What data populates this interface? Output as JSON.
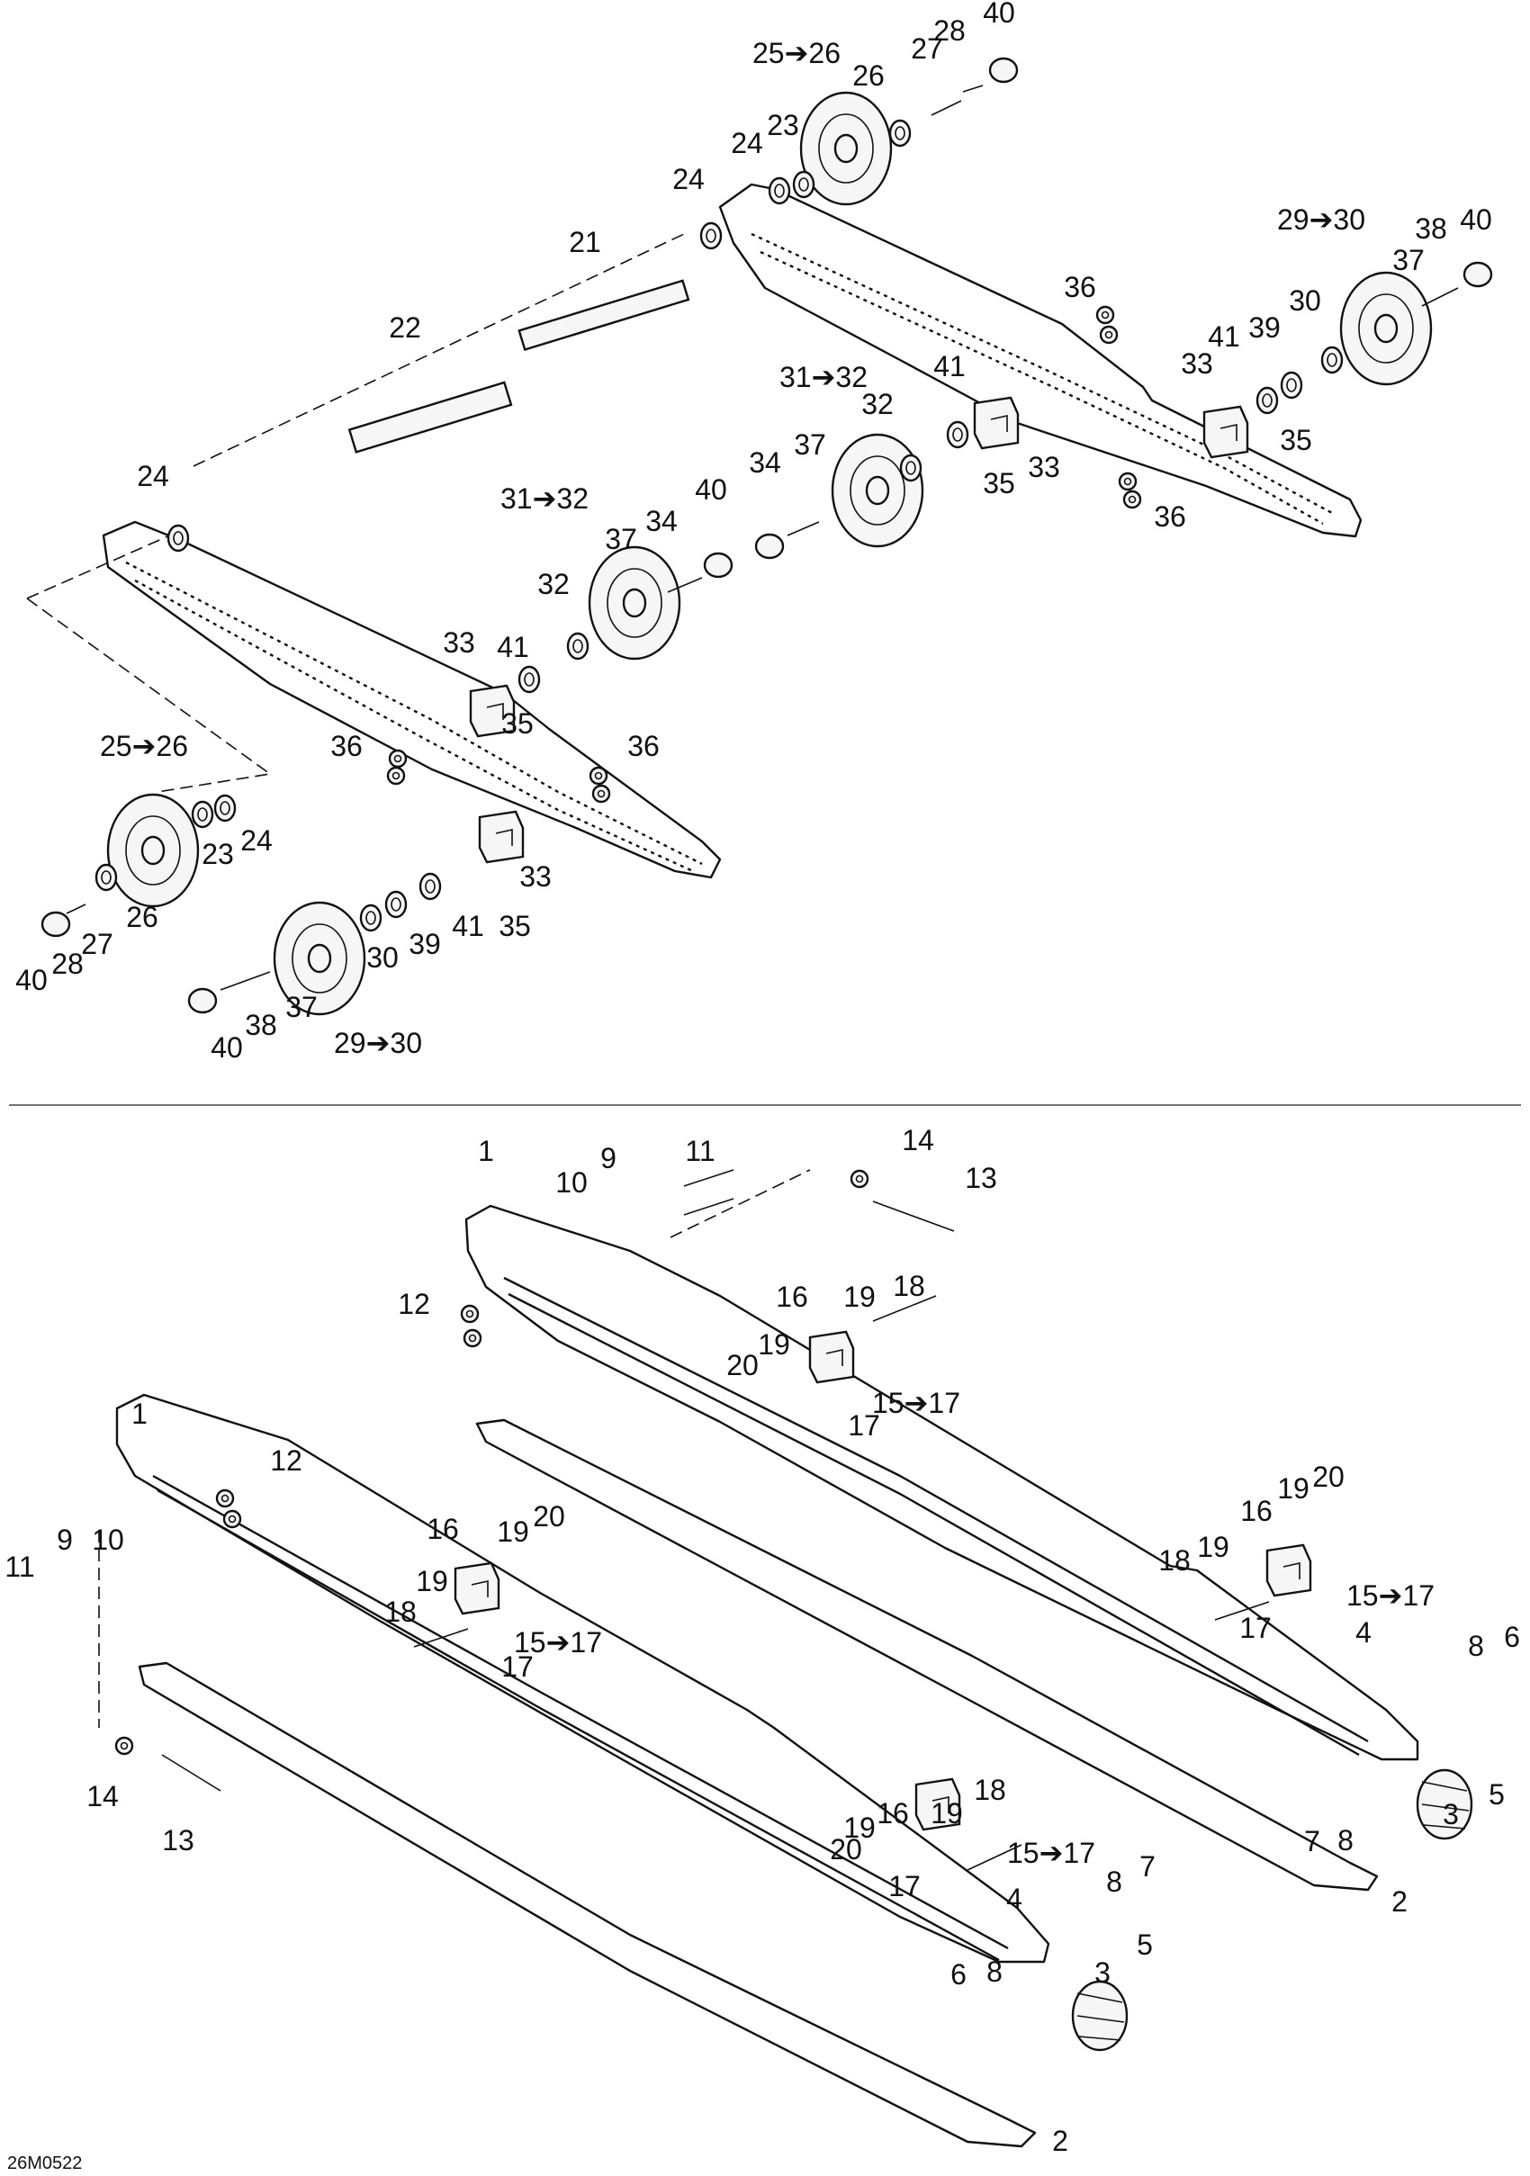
{
  "drawing_code": "26M0522",
  "upper_labels": [
    {
      "text": "25➔26"
    },
    {
      "text": "40"
    },
    {
      "text": "28"
    },
    {
      "text": "27"
    },
    {
      "text": "26"
    },
    {
      "text": "23"
    },
    {
      "text": "24"
    },
    {
      "text": "24"
    },
    {
      "text": "21"
    },
    {
      "text": "22"
    },
    {
      "text": "29➔30"
    },
    {
      "text": "38"
    },
    {
      "text": "40"
    },
    {
      "text": "37"
    },
    {
      "text": "30"
    },
    {
      "text": "36"
    },
    {
      "text": "41"
    },
    {
      "text": "39"
    },
    {
      "text": "33"
    },
    {
      "text": "35"
    },
    {
      "text": "31➔32"
    },
    {
      "text": "41"
    },
    {
      "text": "32"
    },
    {
      "text": "33"
    },
    {
      "text": "35"
    },
    {
      "text": "36"
    },
    {
      "text": "24"
    },
    {
      "text": "31➔32"
    },
    {
      "text": "40"
    },
    {
      "text": "34"
    },
    {
      "text": "37"
    },
    {
      "text": "37"
    },
    {
      "text": "34"
    },
    {
      "text": "32"
    },
    {
      "text": "41"
    },
    {
      "text": "33"
    },
    {
      "text": "35"
    },
    {
      "text": "36"
    },
    {
      "text": "36"
    },
    {
      "text": "25➔26"
    },
    {
      "text": "23"
    },
    {
      "text": "24"
    },
    {
      "text": "26"
    },
    {
      "text": "27"
    },
    {
      "text": "28"
    },
    {
      "text": "40"
    },
    {
      "text": "33"
    },
    {
      "text": "35"
    },
    {
      "text": "41"
    },
    {
      "text": "39"
    },
    {
      "text": "30"
    },
    {
      "text": "37"
    },
    {
      "text": "38"
    },
    {
      "text": "40"
    },
    {
      "text": "29➔30"
    }
  ],
  "lower_labels": [
    {
      "text": "11"
    },
    {
      "text": "14"
    },
    {
      "text": "13"
    },
    {
      "text": "1"
    },
    {
      "text": "9"
    },
    {
      "text": "10"
    },
    {
      "text": "12"
    },
    {
      "text": "18"
    },
    {
      "text": "16"
    },
    {
      "text": "19"
    },
    {
      "text": "19"
    },
    {
      "text": "20"
    },
    {
      "text": "15➔17"
    },
    {
      "text": "17"
    },
    {
      "text": "1"
    },
    {
      "text": "12"
    },
    {
      "text": "9"
    },
    {
      "text": "10"
    },
    {
      "text": "11"
    },
    {
      "text": "16"
    },
    {
      "text": "19"
    },
    {
      "text": "20"
    },
    {
      "text": "19"
    },
    {
      "text": "18"
    },
    {
      "text": "15➔17"
    },
    {
      "text": "17"
    },
    {
      "text": "14"
    },
    {
      "text": "13"
    },
    {
      "text": "16"
    },
    {
      "text": "19"
    },
    {
      "text": "20"
    },
    {
      "text": "18"
    },
    {
      "text": "19"
    },
    {
      "text": "15➔17"
    },
    {
      "text": "17"
    },
    {
      "text": "4"
    },
    {
      "text": "8"
    },
    {
      "text": "6"
    },
    {
      "text": "3"
    },
    {
      "text": "5"
    },
    {
      "text": "7"
    },
    {
      "text": "8"
    },
    {
      "text": "2"
    },
    {
      "text": "16"
    },
    {
      "text": "19"
    },
    {
      "text": "18"
    },
    {
      "text": "20"
    },
    {
      "text": "19"
    },
    {
      "text": "15➔17"
    },
    {
      "text": "17"
    },
    {
      "text": "4"
    },
    {
      "text": "8"
    },
    {
      "text": "7"
    },
    {
      "text": "5"
    },
    {
      "text": "6"
    },
    {
      "text": "8"
    },
    {
      "text": "3"
    },
    {
      "text": "2"
    }
  ]
}
